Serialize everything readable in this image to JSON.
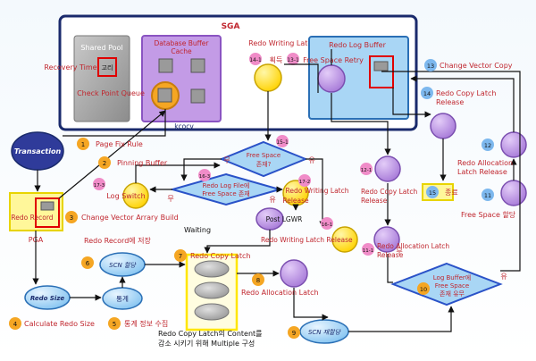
{
  "sga": {
    "title": "SGA",
    "shared_pool": "Shared Pool",
    "db_buffer_cache": [
      "Database Buffer",
      "Cache"
    ],
    "recovery_time": "Recovery Time",
    "lock_char": "고리",
    "checkpoint_queue": "Check Point Queue",
    "kcocv": "kcocv",
    "redo_writing_latch": "Redo Writing Latch",
    "redo_log_buffer": "Redo Log Buffer",
    "step_14_1": "14-1",
    "acquire": "획득",
    "step_13_1": "13-1",
    "free_space_retry": "Free Space Retry"
  },
  "pga": {
    "label": "PGA",
    "redo_record": "Redo Record"
  },
  "nodes": {
    "transaction": "Transaction",
    "redo_size": "Redo Size",
    "statistics": "통계",
    "scn_alloc": "SCN 할당",
    "scn_realloc": "SCN 재할당",
    "log_switch": "Log Switch",
    "post_lgwr": "Post LGWR",
    "end": "종료"
  },
  "decisions": {
    "d15_1": [
      "Free Space",
      "존재?"
    ],
    "d15_1_num": "15-1",
    "d17_1": [
      "Redo Log File에",
      "Free Space 존재"
    ],
    "d10": [
      "Log Buffer에",
      "Free Space",
      "존재 유무"
    ],
    "no": "무",
    "yes": "유"
  },
  "steps": [
    {
      "num": "1",
      "label": "Page Fix Rule"
    },
    {
      "num": "2",
      "label": "Pinning Buffer"
    },
    {
      "num": "3",
      "label": "Change Vector Arrary Build"
    },
    {
      "num": "4",
      "label": "Calculate Redo Size"
    },
    {
      "num": "5",
      "label": "통계 정보 수집"
    },
    {
      "num": "6",
      "label": ""
    },
    {
      "num": "7",
      "label": "Redo Copy Latch"
    },
    {
      "num": "8",
      "label": "Redo Allocation Latch"
    },
    {
      "num": "9",
      "label": ""
    },
    {
      "num": "10",
      "label": ""
    },
    {
      "num": "11",
      "label": "Free Space 할당"
    },
    {
      "num": "12",
      "label": [
        "Redo Allocation",
        "Latch Release"
      ]
    },
    {
      "num": "13",
      "label": "Change Vector Copy"
    },
    {
      "num": "14",
      "label": [
        "Redo Copy Latch",
        "Release"
      ]
    },
    {
      "num": "15",
      "label": ""
    }
  ],
  "sub_steps": {
    "s12_1": "12-1",
    "s12_1_label": [
      "Redo Copy Latch",
      "Release"
    ],
    "s11_1": "11-1",
    "s11_1_label": [
      "Redo Allocation Latch",
      "Release"
    ],
    "s16_1": "16-1",
    "s16_1_label": "Redo Writing Latch Release",
    "s16_3": "16-3",
    "s17_2": "17-2",
    "s17_2_label": [
      "Redo Writing Latch",
      "Release"
    ],
    "s17_3": "17-3"
  },
  "annotations": {
    "redo_record_store": "Redo Record에 저장",
    "waiting": "Waiting",
    "multiple": [
      "Redo Copy Latch의 Content를",
      "감소 시키기 위해 Multiple 구성"
    ]
  },
  "colors": {
    "orange": "#f5a623",
    "pink": "#f08cc8",
    "blue_badge": "#7db8ee",
    "red_text": "#c0262e",
    "navy": "#1a2a6c",
    "purple": "#b98de6",
    "yellow": "#ffe600",
    "light_blue": "#9fd0f2"
  }
}
